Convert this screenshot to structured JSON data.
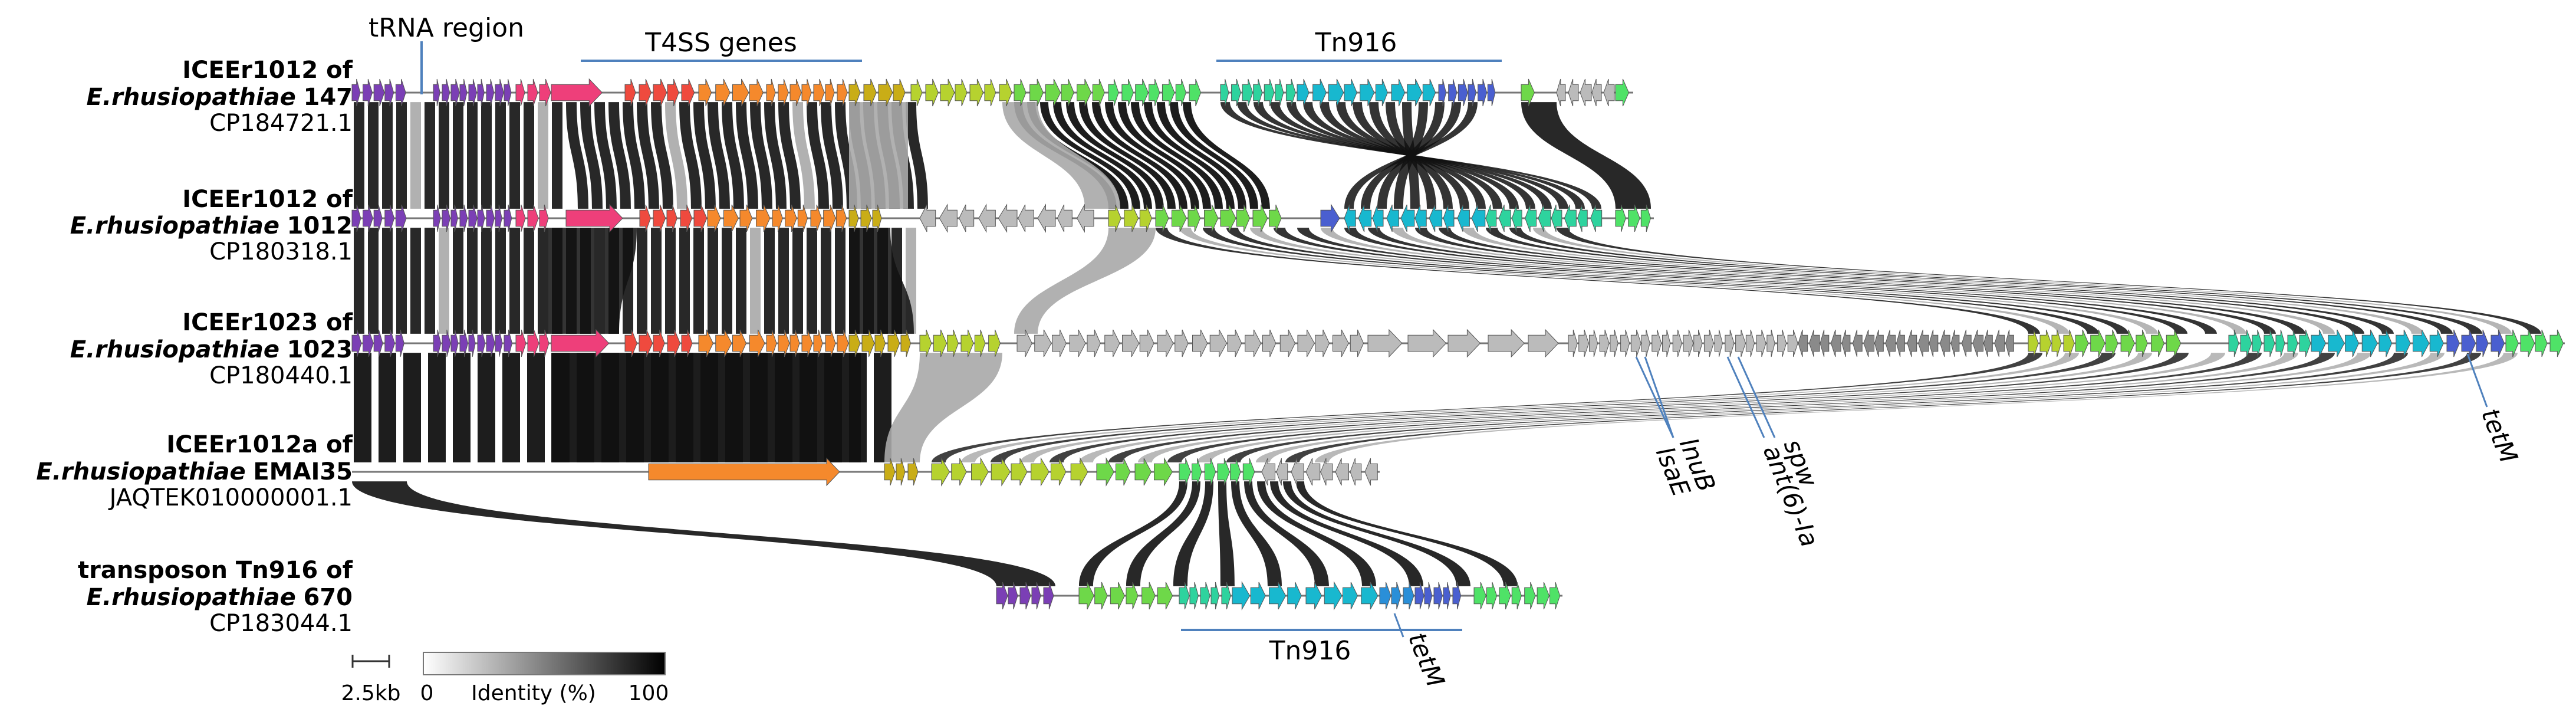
{
  "figure": {
    "top_labels": {
      "trna": "tRNA region",
      "t4ss": "T4SS genes",
      "tn916_top": "Tn916"
    },
    "tracks": [
      {
        "id": "t1",
        "l1": "ICEEr1012 of",
        "species": "E.rhusiopathiae",
        "strain": "147",
        "acc": "CP184721.1"
      },
      {
        "id": "t2",
        "l1": "ICEEr1012 of",
        "species": "E.rhusiopathiae",
        "strain": "1012",
        "acc": "CP180318.1"
      },
      {
        "id": "t3",
        "l1": "ICEEr1023 of",
        "species": "E.rhusiopathiae",
        "strain": "1023",
        "acc": "CP180440.1"
      },
      {
        "id": "t4",
        "l1": "ICEEr1012a of",
        "species": "E.rhusiopathiae",
        "strain": "EMAI35",
        "acc": "JAQTEK010000001.1"
      },
      {
        "id": "t5",
        "l1": "transposon Tn916 of",
        "species": "E.rhusiopathiae",
        "strain": "670",
        "acc": "CP183044.1"
      }
    ],
    "gene_labels": {
      "lnuB": "lnuB",
      "lsaE": "lsaE",
      "spw": "spw",
      "ant6": "ant(6)-Ia",
      "tetM_t3": "tetM",
      "tetM_t5": "tetM"
    },
    "bottom_labels": {
      "tn916_bottom": "Tn916"
    },
    "legend": {
      "scale": "2.5kb",
      "min": "0",
      "label": "Identity (%)",
      "max": "100"
    },
    "colors": {
      "purple": "#7b3fb5",
      "pink": "#ee3f7a",
      "red": "#ef4a3e",
      "orange": "#f5892c",
      "gold": "#c9ad17",
      "yellowgreen": "#b6d22f",
      "green": "#6ed849",
      "brightgreen": "#4fe267",
      "teal": "#2ed39e",
      "cyan": "#18b8cf",
      "blue": "#2a8fd8",
      "indigo": "#4a5fd0",
      "grey": "#bbbbbb",
      "darkgrey": "#8a8a8a",
      "link_dark": "#111111",
      "link_light": "#a8a8a8",
      "guide_line": "#4f81bd"
    }
  }
}
